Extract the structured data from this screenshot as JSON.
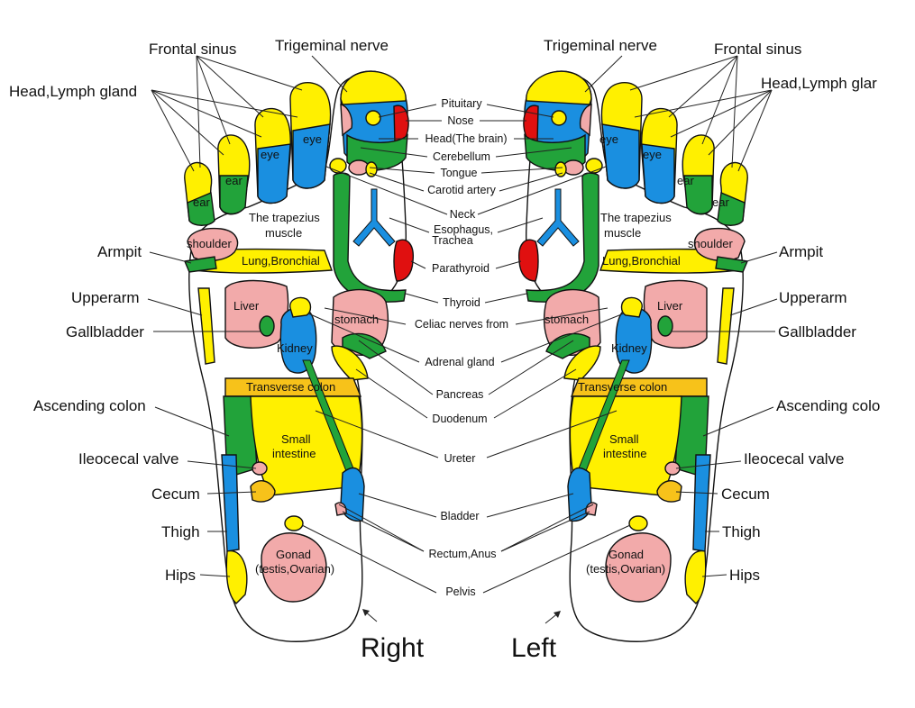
{
  "colors": {
    "yellow": "#fff000",
    "blue": "#1a8fe0",
    "green": "#22a33a",
    "pink": "#f2aaaa",
    "red": "#e01010",
    "orange": "#f7c21a"
  },
  "labels": {
    "frontal_sinus": "Frontal sinus",
    "trigeminal_nerve": "Trigeminal nerve",
    "head_lymph_gland": "Head,Lymph gland",
    "head_lymph_gland_cut": "Head,Lymph glar",
    "armpit": "Armpit",
    "upperarm": "Upperarm",
    "gallbladder": "Gallbladder",
    "ascending_colon": "Ascending colon",
    "ascending_colon_cut": "Ascending colo",
    "ileocecal_valve": "Ileocecal valve",
    "cecum": "Cecum",
    "thigh": "Thigh",
    "hips": "Hips",
    "right": "Right",
    "left": "Left"
  },
  "zones": {
    "eye": "eye",
    "ear": "ear",
    "trapezius_1": "The trapezius",
    "trapezius_2": "muscle",
    "shoulder": "shoulder",
    "lung": "Lung,Bronchial",
    "liver": "Liver",
    "stomach": "stomach",
    "kidney": "Kidney",
    "transverse_colon": "Transverse colon",
    "small_intestine_1": "Small",
    "small_intestine_2": "intestine",
    "gonad_1": "Gonad",
    "gonad_2": "(testis,Ovarian)"
  },
  "center_labels": {
    "pituitary": "Pituitary",
    "nose": "Nose",
    "head_brain": "Head(The brain)",
    "cerebellum": "Cerebellum",
    "tongue": "Tongue",
    "carotid_artery": "Carotid artery",
    "neck": "Neck",
    "esophagus": "Esophagus,",
    "trachea": "Trachea",
    "parathyroid": "Parathyroid",
    "thyroid": "Thyroid",
    "celiac_nerves": "Celiac nerves from",
    "adrenal_gland": "Adrenal gland",
    "pancreas": "Pancreas",
    "duodenum": "Duodenum",
    "ureter": "Ureter",
    "bladder": "Bladder",
    "rectum_anus": "Rectum,Anus",
    "pelvis": "Pelvis"
  }
}
